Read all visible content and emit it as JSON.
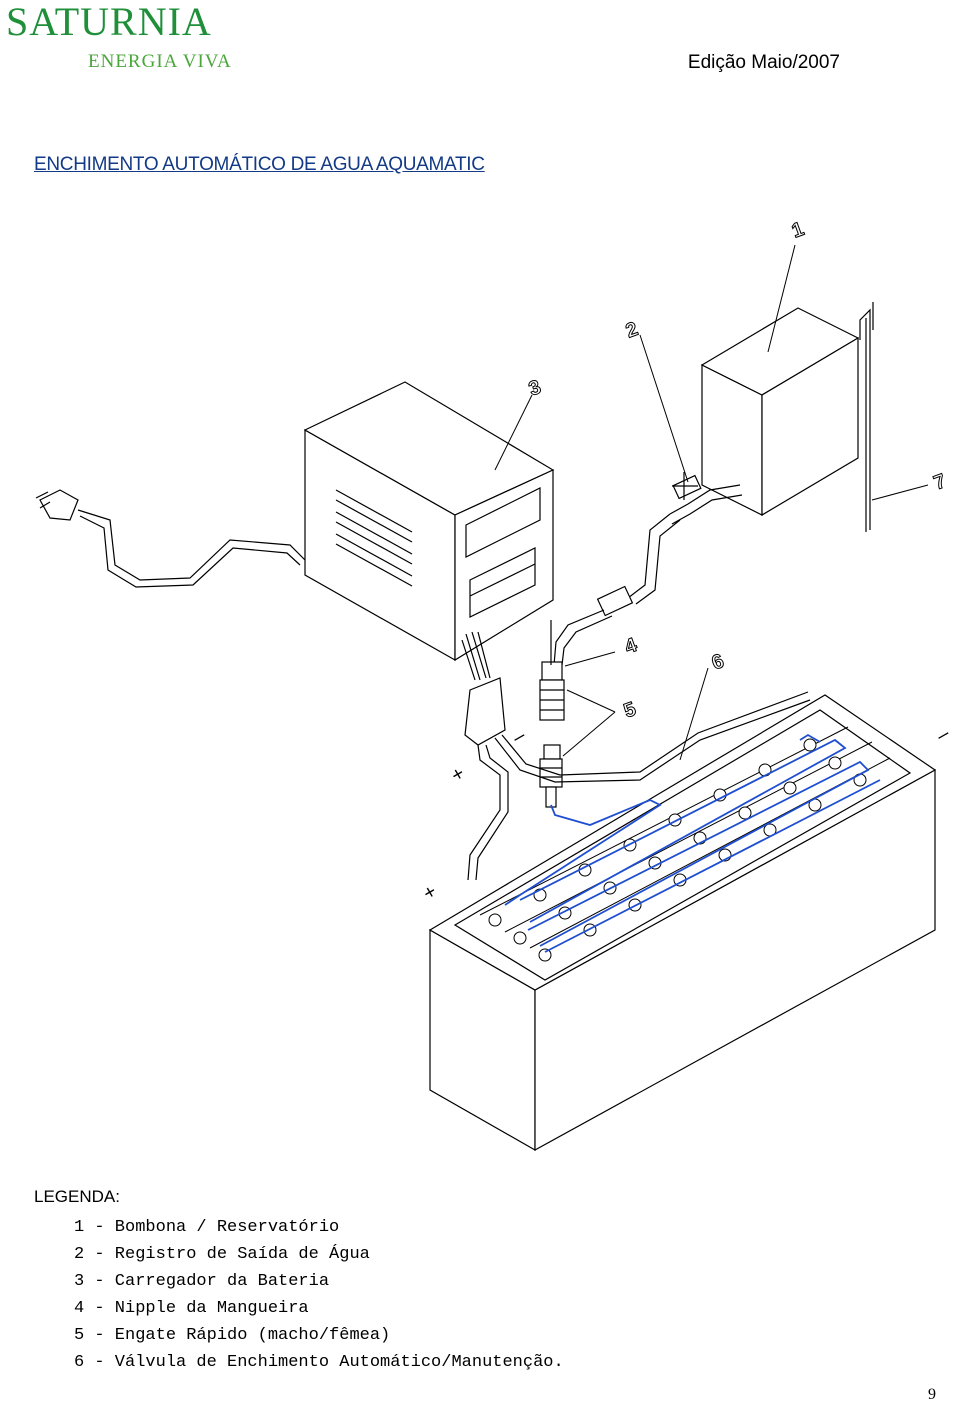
{
  "header": {
    "logo_main": "SATURNIA",
    "logo_sub": "ENERGIA VIVA",
    "edition": "Edição Maio/2007"
  },
  "title": "ENCHIMENTO AUTOMÁTICO DE AGUA AQUAMATIC",
  "diagram": {
    "callouts": [
      "1",
      "2",
      "3",
      "4",
      "5",
      "6",
      "7"
    ],
    "polarity_marks": [
      "+",
      "+",
      "–",
      "–"
    ],
    "colors": {
      "line": "#000000",
      "water_hose": "#1f4fd1"
    }
  },
  "legend": {
    "title": "LEGENDA:",
    "items": [
      "1 - Bombona / Reservatório",
      "2 - Registro de Saída de Água",
      "3 - Carregador da Bateria",
      "4 - Nipple da Mangueira",
      "5 - Engate Rápido (macho/fêmea)",
      "6 - Válvula de Enchimento Automático/Manutenção."
    ]
  },
  "page_number": "9"
}
